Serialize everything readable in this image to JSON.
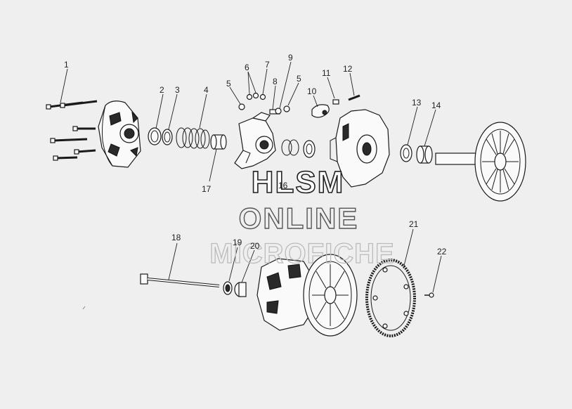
{
  "watermark": {
    "line1": "HLSM",
    "line2": "ONLINE",
    "line3": "MICROFICHE"
  },
  "callouts": [
    {
      "id": "c1",
      "text": "1"
    },
    {
      "id": "c2",
      "text": "2"
    },
    {
      "id": "c3",
      "text": "3"
    },
    {
      "id": "c4",
      "text": "4"
    },
    {
      "id": "c5a",
      "text": "5"
    },
    {
      "id": "c6",
      "text": "6"
    },
    {
      "id": "c7",
      "text": "7"
    },
    {
      "id": "c8",
      "text": "8"
    },
    {
      "id": "c9",
      "text": "9"
    },
    {
      "id": "c5b",
      "text": "5"
    },
    {
      "id": "c10",
      "text": "10"
    },
    {
      "id": "c11",
      "text": "11"
    },
    {
      "id": "c12",
      "text": "12"
    },
    {
      "id": "c13",
      "text": "13"
    },
    {
      "id": "c14",
      "text": "14"
    },
    {
      "id": "c16",
      "text": "16"
    },
    {
      "id": "c17",
      "text": "17"
    },
    {
      "id": "c18",
      "text": "18"
    },
    {
      "id": "c19",
      "text": "19"
    },
    {
      "id": "c20",
      "text": "20"
    },
    {
      "id": "c21",
      "text": "21"
    },
    {
      "id": "c22",
      "text": "22"
    }
  ]
}
